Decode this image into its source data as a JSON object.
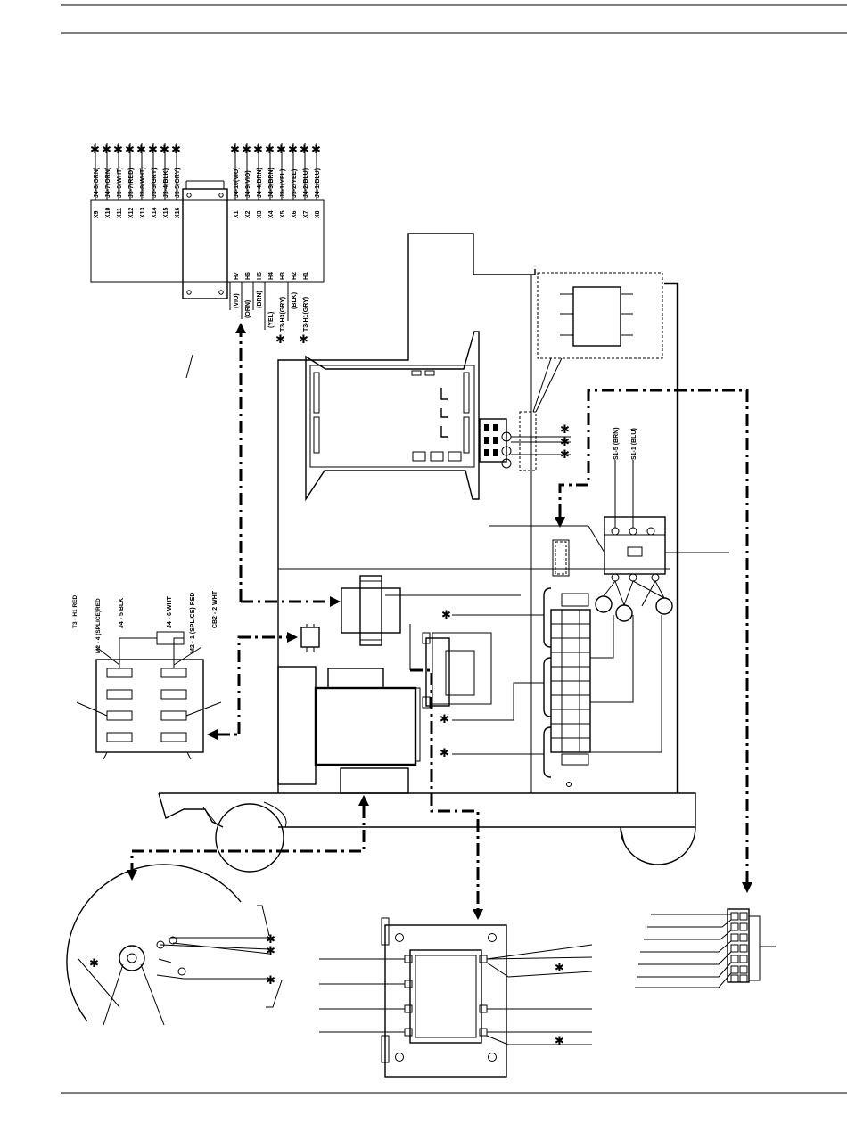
{
  "t3_x_left_labels": [
    "J4-8(ORN)",
    "J4-7(ORN)",
    "J3-6(WHT)",
    "J3-7(RED)",
    "J3-8(WHT)",
    "J3-3(GRY)",
    "J3-4(BLK)",
    "J3-5(GRY)"
  ],
  "t3_x_left_terminals": [
    "X9",
    "X10",
    "X11",
    "X12",
    "X13",
    "X14",
    "X15",
    "X16"
  ],
  "t3_x_right_labels": [
    "J4-10(VIO)",
    "J4-9(VIO)",
    "J4-4(BRN)",
    "J4-3(BRN)",
    "J3-1(YEL)",
    "J3-2(YEL)",
    "J4-2(BLU)",
    "J4-1(BLU)"
  ],
  "t3_x_right_terminals": [
    "X1",
    "X2",
    "X3",
    "X4",
    "X5",
    "X6",
    "X7",
    "X8"
  ],
  "t3_h_terminals": [
    "H7",
    "H6",
    "H5",
    "H4",
    "H3",
    "H2",
    "H1"
  ],
  "t3_h_labels": [
    "(VIO)",
    "(ORN)",
    "(BRN)",
    "(YEL)",
    "T3-H3(GRY)",
    "(BLK)",
    "T3-H1(GRY)"
  ],
  "s1_labels": [
    "S1-5 (BRN)",
    "S1-1 (BLU)"
  ],
  "plug_labels": [
    "T3 - H1 RED",
    "M2 - 4 (SPLICE)RED",
    "J4 - 5  BLK",
    "J4 - 6  WHT",
    "M2 - 1 (SPLICE) RED",
    "CB2 - 2  WHT"
  ],
  "asterisk": "✱"
}
